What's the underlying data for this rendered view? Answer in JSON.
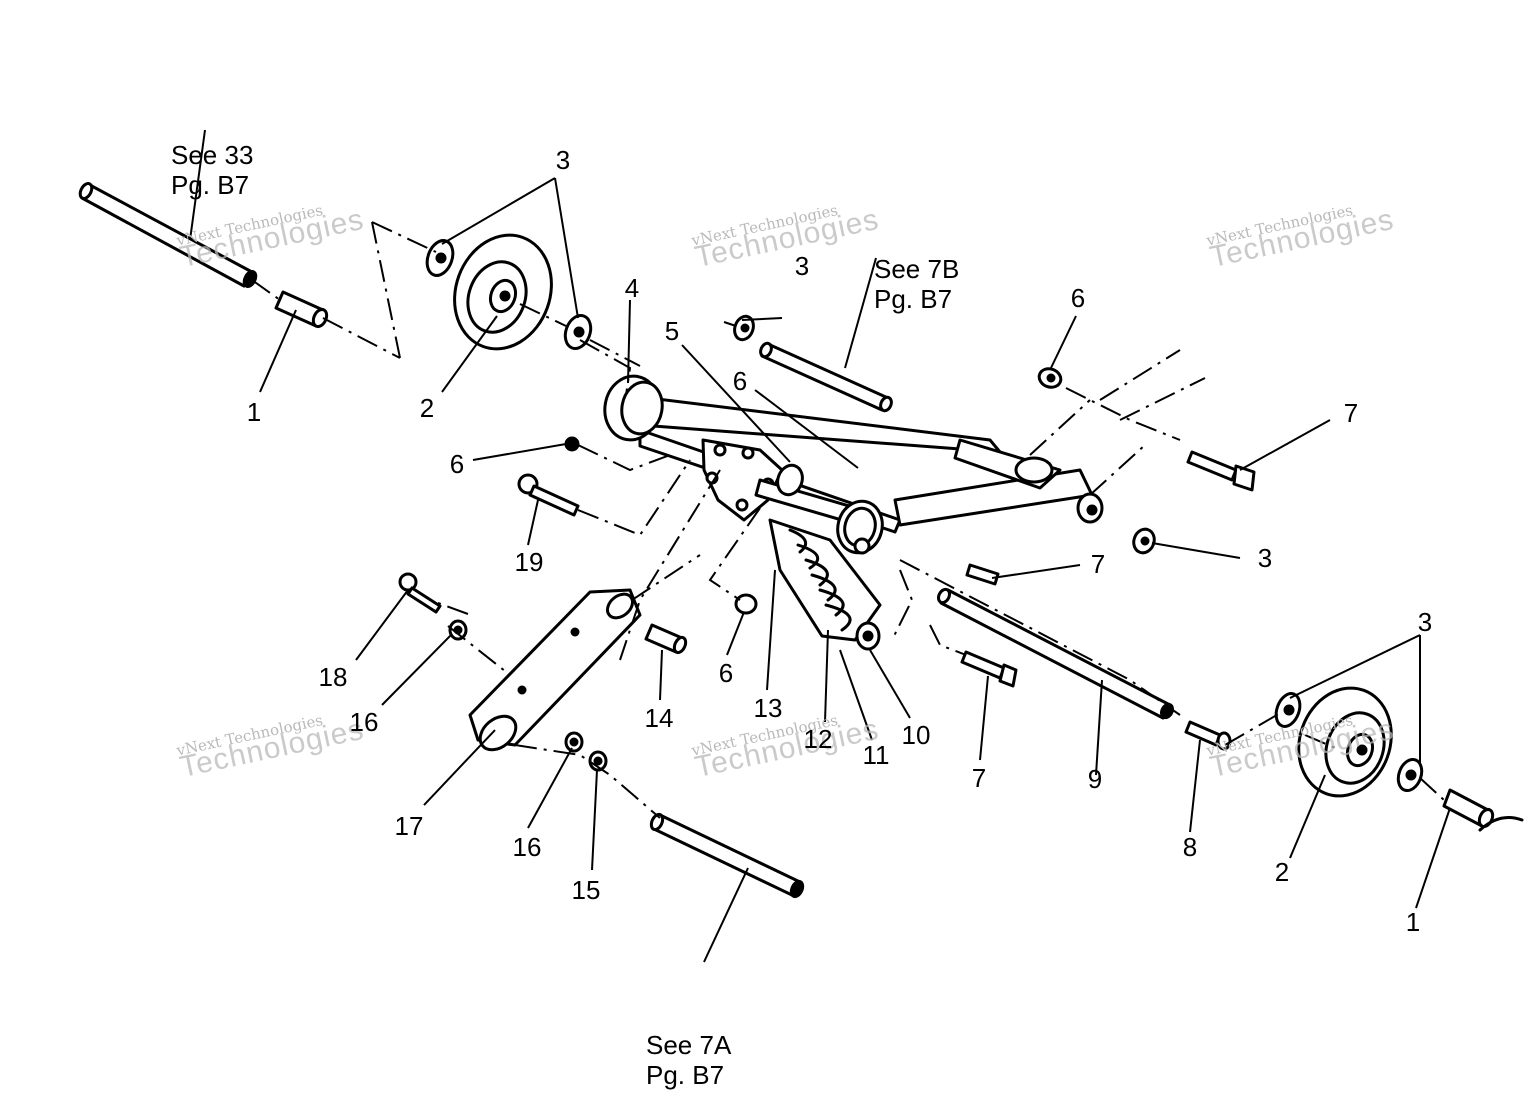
{
  "references": {
    "top_left": [
      "See 33",
      "Pg. B7"
    ],
    "top_center": [
      "See 7B",
      "Pg. B7"
    ],
    "bottom": [
      "See 7A",
      "Pg. B7"
    ]
  },
  "callouts": {
    "c1a": "1",
    "c1b": "1",
    "c2a": "2",
    "c2b": "2",
    "c3a": "3",
    "c3b": "3",
    "c3c": "3",
    "c3d": "3",
    "c4": "4",
    "c5": "5",
    "c6a": "6",
    "c6b": "6",
    "c6c": "6",
    "c6d": "6",
    "c7a": "7",
    "c7b": "7",
    "c7c": "7",
    "c8": "8",
    "c9": "9",
    "c10": "10",
    "c11": "11",
    "c12": "12",
    "c13": "13",
    "c14": "14",
    "c15": "15",
    "c16a": "16",
    "c16b": "16",
    "c17": "17",
    "c18": "18",
    "c19": "19"
  },
  "watermark": {
    "line1": "vNext Technologies",
    "line2": "Technologies"
  }
}
